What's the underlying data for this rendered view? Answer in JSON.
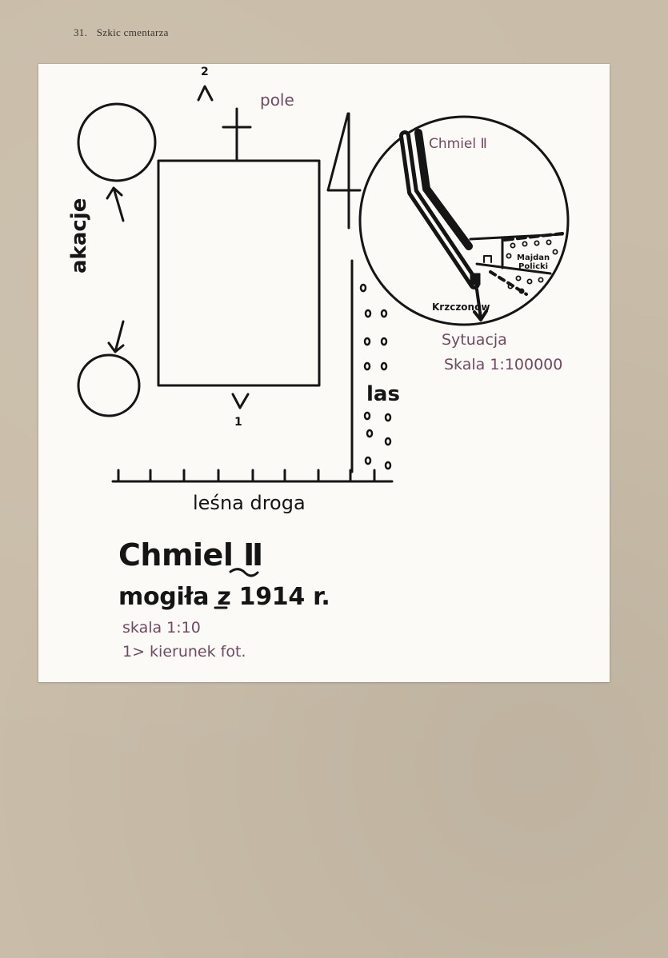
{
  "header": {
    "number": "31.",
    "title": "Szkic cmentarza"
  },
  "sketch": {
    "pole": "pole",
    "las": "las",
    "lesna_droga": "leśna droga",
    "akacje": "akacje",
    "marker_top": "2",
    "marker_bottom": "1",
    "plot_number": "4"
  },
  "caption": {
    "name": "Chmiel Ⅱ",
    "subtitle": "mogiła z 1914 r.",
    "scale": "skala 1:10",
    "direction_note": "1> kierunek fot."
  },
  "inset": {
    "title": "Chmiel Ⅱ",
    "place_1": "Krzczonów",
    "place_2a": "Majdan",
    "place_2b": "Policki",
    "situation": "Sytuacja",
    "scale": "Skala 1:100000"
  },
  "colors": {
    "board": "#c9bda9",
    "sheet": "#fbfaf7",
    "ink": "#151515",
    "purple_ink": "#6f4a63"
  }
}
